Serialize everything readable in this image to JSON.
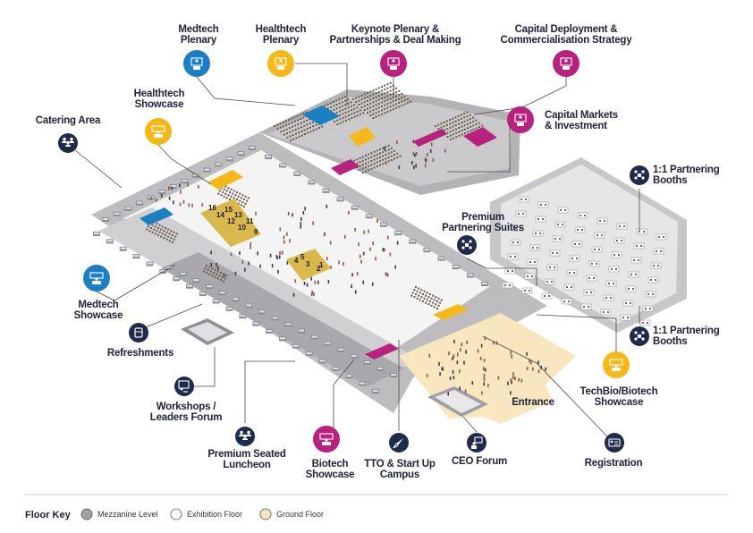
{
  "colors": {
    "blue": "#1c7fc4",
    "yellow": "#f6b819",
    "magenta": "#b7227f",
    "navy": "#1f2b4a",
    "mezzanine": "#a2a2a4",
    "exhibition": "#ffffff",
    "ground": "#f7e6be",
    "floor_white": "#f3f3f3",
    "wall": "#cfcfd2"
  },
  "areas": [
    {
      "id": "medtech-plenary",
      "lines": [
        "Medtech",
        "Plenary"
      ],
      "icon": "presenter-icon",
      "color": "blue"
    },
    {
      "id": "healthtech-plenary",
      "lines": [
        "Healthtech",
        "Plenary"
      ],
      "icon": "presenter-icon",
      "color": "yellow"
    },
    {
      "id": "keynote-plenary",
      "lines": [
        "Keynote Plenary &",
        "Partnerships & Deal Making"
      ],
      "icon": "presenter-icon",
      "color": "magenta"
    },
    {
      "id": "capital-deployment",
      "lines": [
        "Capital Deployment &",
        "Commercialisation Strategy"
      ],
      "icon": "presenter-icon",
      "color": "magenta"
    },
    {
      "id": "capital-markets",
      "lines": [
        "Capital Markets",
        "& Investment"
      ],
      "icon": "presenter-icon",
      "color": "magenta"
    },
    {
      "id": "healthtech-showcase",
      "lines": [
        "Healthtech",
        "Showcase"
      ],
      "icon": "display-stand-icon",
      "color": "yellow"
    },
    {
      "id": "catering-area",
      "lines": [
        "Catering Area"
      ],
      "icon": "people-group-icon",
      "color": "navy"
    },
    {
      "id": "partnering-booths-top",
      "lines": [
        "1:1 Partnering",
        "Booths"
      ],
      "icon": "people-meeting-icon",
      "color": "navy"
    },
    {
      "id": "premium-partnering-suites",
      "lines": [
        "Premium",
        "Partnering Suites"
      ],
      "icon": "people-meeting-icon",
      "color": "navy"
    },
    {
      "id": "medtech-showcase",
      "lines": [
        "Medtech",
        "Showcase"
      ],
      "icon": "display-stand-icon",
      "color": "blue"
    },
    {
      "id": "refreshments",
      "lines": [
        "Refreshments"
      ],
      "icon": "cup-icon",
      "color": "navy"
    },
    {
      "id": "partnering-booths-bottom",
      "lines": [
        "1:1 Partnering",
        "Booths"
      ],
      "icon": "people-meeting-icon",
      "color": "navy"
    },
    {
      "id": "techbio-showcase",
      "lines": [
        "TechBio/Biotech",
        "Showcase"
      ],
      "icon": "display-stand-icon",
      "color": "yellow"
    },
    {
      "id": "workshops",
      "lines": [
        "Workshops /",
        "Leaders Forum"
      ],
      "icon": "whiteboard-icon",
      "color": "navy"
    },
    {
      "id": "premium-luncheon",
      "lines": [
        "Premium Seated",
        "Luncheon"
      ],
      "icon": "people-group-icon",
      "color": "navy"
    },
    {
      "id": "biotech-showcase",
      "lines": [
        "Biotech",
        "Showcase"
      ],
      "icon": "display-stand-icon",
      "color": "magenta"
    },
    {
      "id": "tto-startup",
      "lines": [
        "TTO & Start Up",
        "Campus"
      ],
      "icon": "rocket-icon",
      "color": "navy"
    },
    {
      "id": "ceo-forum",
      "lines": [
        "CEO Forum"
      ],
      "icon": "speaker-icon",
      "color": "navy"
    },
    {
      "id": "entrance",
      "lines": [
        "Entrance"
      ],
      "icon": "",
      "color": ""
    },
    {
      "id": "registration",
      "lines": [
        "Registration"
      ],
      "icon": "badge-icon",
      "color": "navy"
    }
  ],
  "booth_numbers": {
    "group_a": [
      "16",
      "15",
      "14",
      "13",
      "12",
      "11",
      "10",
      "9"
    ],
    "group_b": [
      "5",
      "4",
      "3",
      "2",
      "1"
    ]
  },
  "floor_key": {
    "title": "Floor Key",
    "items": [
      {
        "label": "Mezzanine Level",
        "color": "mezzanine"
      },
      {
        "label": "Exhibition Floor",
        "color": "exhibition"
      },
      {
        "label": "Ground Floor",
        "color": "ground"
      }
    ]
  }
}
